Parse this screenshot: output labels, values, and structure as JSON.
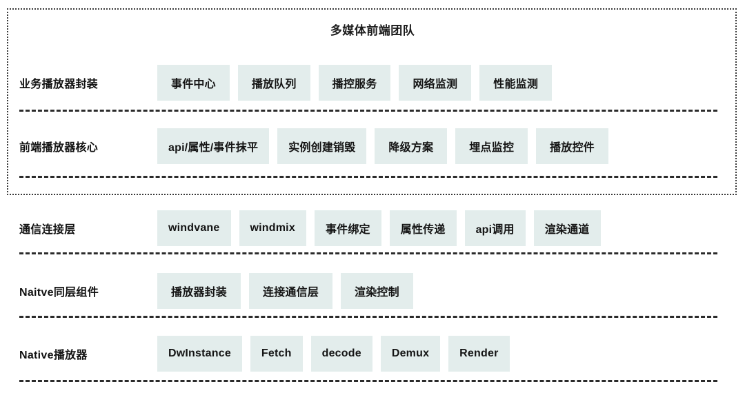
{
  "group": {
    "title": "多媒体前端团队"
  },
  "layers": [
    {
      "id": "biz",
      "label": "业务播放器封装",
      "nodes": [
        "事件中心",
        "播放队列",
        "播控服务",
        "网络监测",
        "性能监测"
      ]
    },
    {
      "id": "core",
      "label": "前端播放器核心",
      "nodes": [
        "api/属性/事件抹平",
        "实例创建销毁",
        "降级方案",
        "埋点监控",
        "播放控件"
      ]
    },
    {
      "id": "comm",
      "label": "通信连接层",
      "nodes": [
        "windvane",
        "windmix",
        "事件绑定",
        "属性传递",
        "api调用",
        "渲染通道"
      ]
    },
    {
      "id": "native-same",
      "label": "Naitve同层组件",
      "nodes": [
        "播放器封装",
        "连接通信层",
        "渲染控制"
      ]
    },
    {
      "id": "native",
      "label": "Native播放器",
      "nodes": [
        "DwInstance",
        "Fetch",
        "decode",
        "Demux",
        "Render"
      ]
    }
  ],
  "colors": {
    "node_fill": "#e3edec",
    "text": "#141414",
    "border_dotted": "#3a3a3a",
    "separator": "#2b2b2b",
    "background": "#ffffff"
  }
}
